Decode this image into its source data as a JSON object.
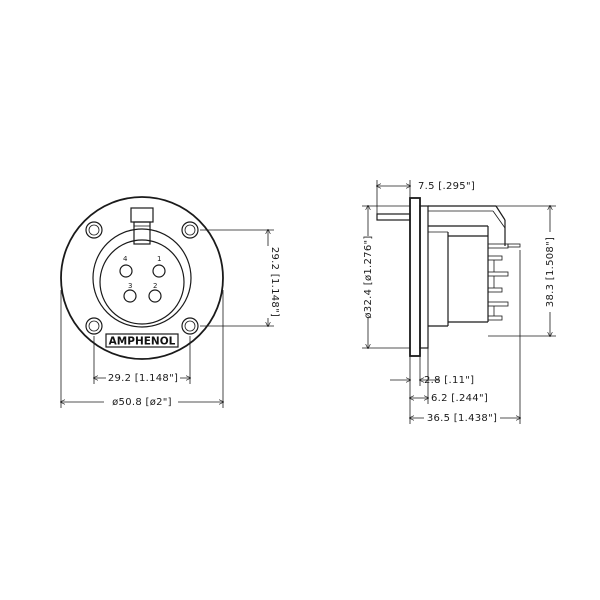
{
  "front_view": {
    "brand_label": "AMPHENOL",
    "pins": [
      "1",
      "2",
      "3",
      "4"
    ],
    "dim_mount_vertical": "29.2 [1.148\"]",
    "dim_mount_horizontal": "29.2 [1.148\"]",
    "dim_flange_diameter": "ø50.8 [ø2\"]"
  },
  "side_view": {
    "dim_top_depth": "7.5 [.295\"]",
    "dim_body_diameter": "ø32.4 [ø1.276\"]",
    "dim_height": "38.3 [1.508\"]",
    "dim_flange_thickness": "2.8 [.11\"]",
    "dim_front_depth": "6.2 [.244\"]",
    "dim_overall_length": "36.5 [1.438\"]"
  }
}
